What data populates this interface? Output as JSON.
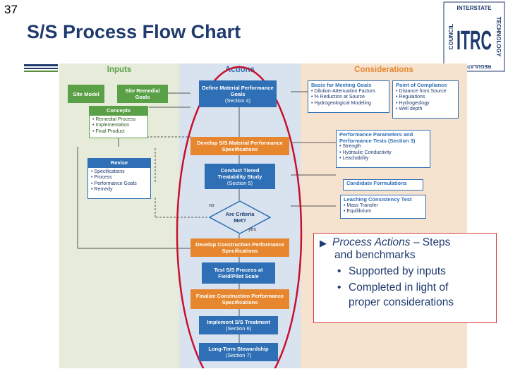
{
  "slide_number": "37",
  "title": "S/S Process Flow Chart",
  "logo": {
    "letters": "ITRC",
    "ring_top": "INTERSTATE",
    "ring_right": "TECHNOLOGY",
    "ring_left": "COUNCIL",
    "ring_bottom": "REGULATORY"
  },
  "columns": {
    "inputs": "Inputs",
    "actions": "Actions",
    "considerations": "Considerations"
  },
  "inputs": {
    "site_model": "Site Model",
    "site_remedial_goals": "Site Remedial Goals",
    "concepts": {
      "title": "Concepts",
      "items": [
        "• Remedial Process",
        "• Implementation",
        "• Final Product"
      ]
    },
    "revise": {
      "title": "Revise",
      "items": [
        "• Specifications",
        "• Process",
        "• Performance Goals",
        "• Remedy"
      ]
    }
  },
  "actions": {
    "define_goals": {
      "title": "Define Material Performance Goals",
      "section": "(Section 4)"
    },
    "develop_specs": "Develop S/S Material Performance Specifications",
    "tiered_study": {
      "title": "Conduct Tiered Treatability Study",
      "section": "(Section 5)"
    },
    "criteria": "Are Criteria Met?",
    "no_label": "no",
    "yes_label": "yes",
    "develop_construction": "Develop Construction Performance Specifications",
    "test_process": "Test S/S Process at Field/Pilot Scale",
    "finalize": "Finalize Construction Performance Specifications",
    "implement": {
      "title": "Implement S/S Treatment",
      "section": "(Section 6)"
    },
    "stewardship": {
      "title": "Long-Term Stewardship",
      "section": "(Section 7)"
    }
  },
  "considerations": {
    "basis": {
      "title": "Basis for Meeting Goals",
      "items": [
        "• Dilution-Attenuation Factors",
        "• % Reduction at Source",
        "• Hydrogeological Modeling"
      ]
    },
    "compliance": {
      "title": "Point of Compliance",
      "items": [
        "• Distance from Source",
        "• Regulations",
        "• Hydrogeology",
        "• Well depth"
      ]
    },
    "parameters": {
      "title": "Performance Parameters and Performance Tests (Section 3)",
      "items": [
        "• Strength",
        "• Hydraulic Conductivity",
        "• Leachability"
      ]
    },
    "candidate": "Candidate Formulations",
    "leaching": {
      "title": "Leaching Consistency Test",
      "items": [
        "• Mass Transfer",
        "• Equilibrium"
      ]
    }
  },
  "callout": {
    "lead_italic": "Process Actions",
    "lead_rest": " – Steps",
    "line2": "and benchmarks",
    "bullets": [
      {
        "first": "Supported by inputs",
        "cont": ""
      },
      {
        "first": "Completed in light of",
        "cont": "proper considerations"
      }
    ]
  },
  "colors": {
    "title": "#1f3a6e",
    "inputs_bg": "#e6ecd9",
    "actions_bg": "#d8e3ef",
    "considerations_bg": "#f6e3cf",
    "green": "#5aa046",
    "blue": "#2f6fb5",
    "orange": "#e6862e",
    "highlight_ellipse": "#c8102e"
  }
}
